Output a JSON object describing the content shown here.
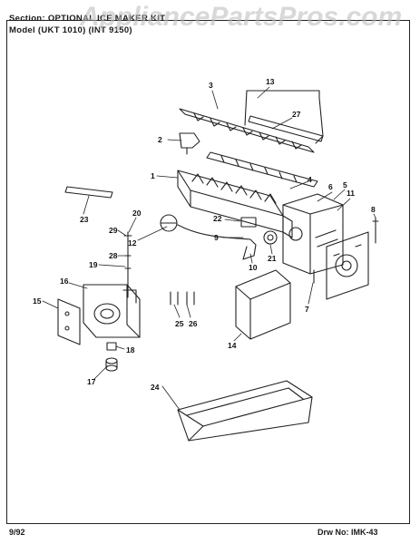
{
  "header": {
    "section_label": "Section:",
    "section_title": "OPTIONAL ICE MAKER KIT",
    "model_label": "Model",
    "model_values": "(UKT 1010) (INT 9150)"
  },
  "watermark": "AppliancePartsPros.com",
  "callouts": [
    "1",
    "2",
    "3",
    "4",
    "5",
    "6",
    "7",
    "8",
    "9",
    "10",
    "11",
    "12",
    "13",
    "14",
    "15",
    "16",
    "17",
    "18",
    "19",
    "20",
    "21",
    "22",
    "23",
    "24",
    "25",
    "26",
    "27",
    "28",
    "29"
  ],
  "footer": {
    "date": "9/92",
    "drawing_label": "Drw No:",
    "drawing_number": "IMK-43"
  }
}
